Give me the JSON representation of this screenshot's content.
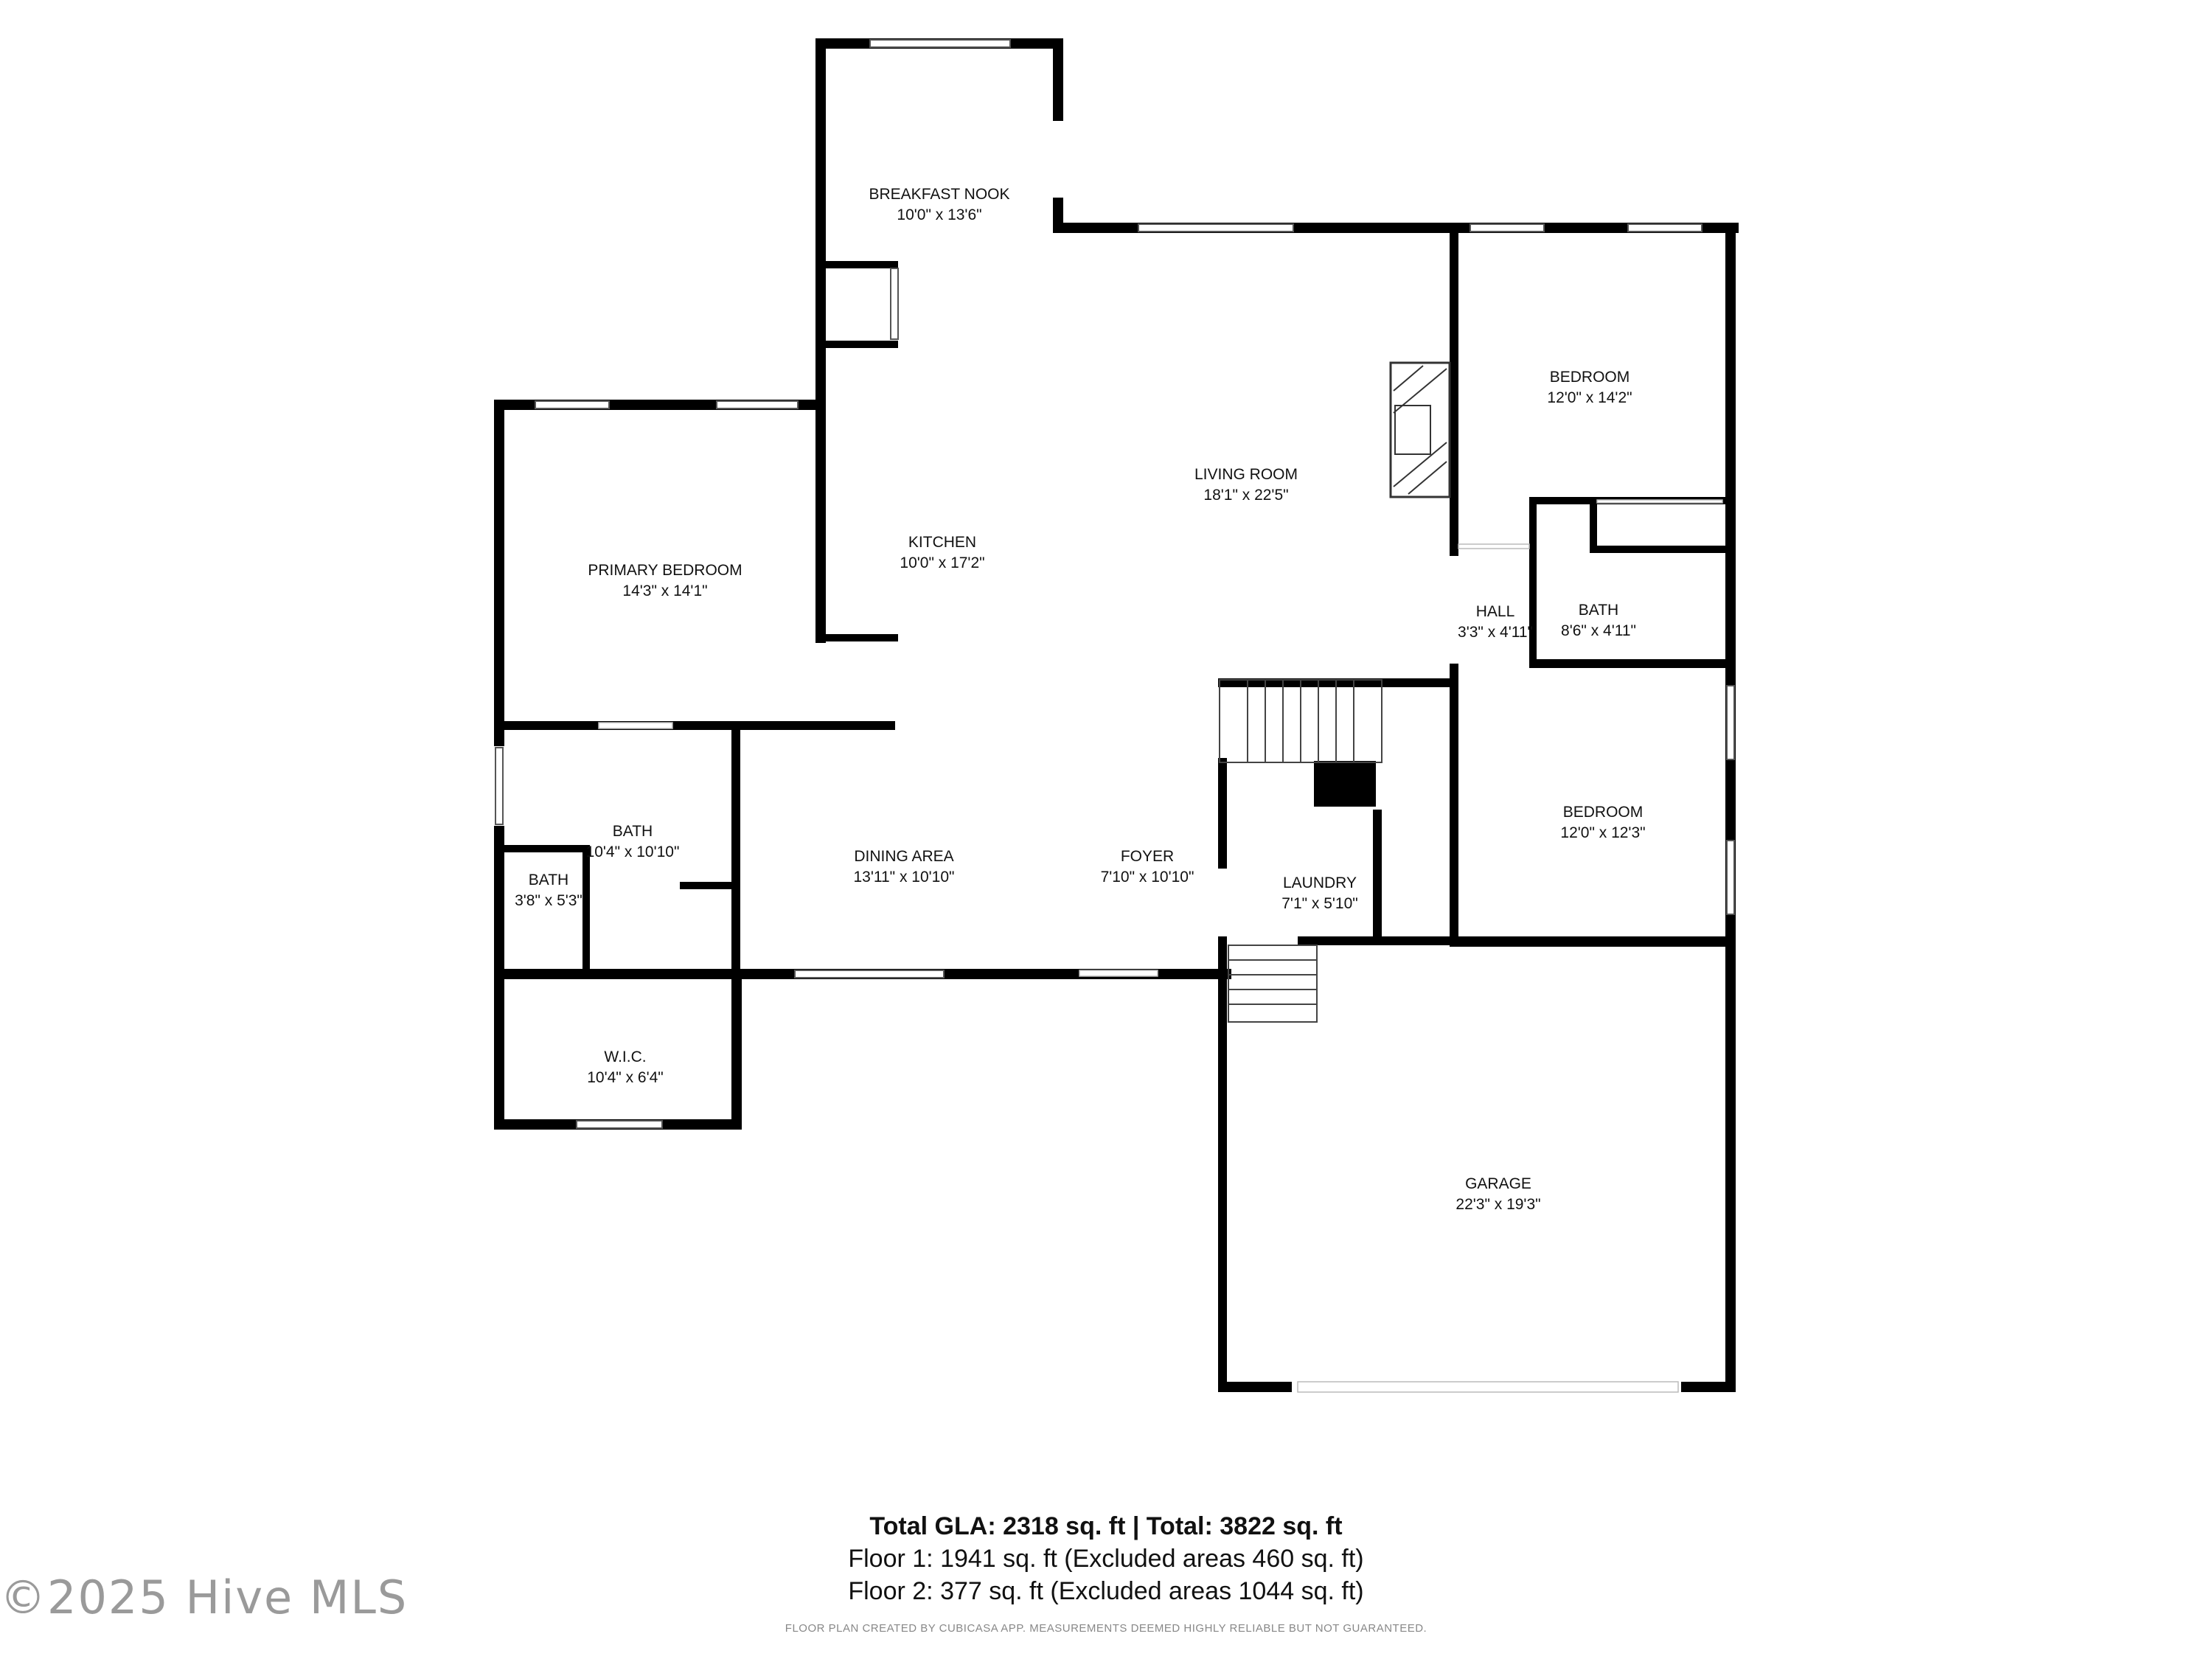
{
  "rooms": {
    "breakfast_nook": {
      "name": "BREAKFAST NOOK",
      "dims": "10'0\" x 13'6\""
    },
    "living_room": {
      "name": "LIVING ROOM",
      "dims": "18'1\" x 22'5\""
    },
    "bedroom_1": {
      "name": "BEDROOM",
      "dims": "12'0\" x 14'2\""
    },
    "kitchen": {
      "name": "KITCHEN",
      "dims": "10'0\" x 17'2\""
    },
    "primary_bedroom": {
      "name": "PRIMARY BEDROOM",
      "dims": "14'3\" x 14'1\""
    },
    "hall": {
      "name": "HALL",
      "dims": "3'3\" x 4'11\""
    },
    "bath_hall": {
      "name": "BATH",
      "dims": "8'6\" x 4'11\""
    },
    "bath_primary": {
      "name": "BATH",
      "dims": "10'4\" x 10'10\""
    },
    "bath_small": {
      "name": "BATH",
      "dims": "3'8\" x 5'3\""
    },
    "dining_area": {
      "name": "DINING AREA",
      "dims": "13'11\" x 10'10\""
    },
    "foyer": {
      "name": "FOYER",
      "dims": "7'10\" x 10'10\""
    },
    "laundry": {
      "name": "LAUNDRY",
      "dims": "7'1\" x 5'10\""
    },
    "bedroom_2": {
      "name": "BEDROOM",
      "dims": "12'0\" x 12'3\""
    },
    "wic": {
      "name": "W.I.C.",
      "dims": "10'4\" x 6'4\""
    },
    "garage": {
      "name": "GARAGE",
      "dims": "22'3\" x 19'3\""
    }
  },
  "totals": {
    "main": "Total GLA: 2318 sq. ft | Total: 3822 sq. ft",
    "floor1": "Floor 1: 1941 sq. ft (Excluded areas 460 sq. ft)",
    "floor2": "Floor 2: 377 sq. ft (Excluded areas 1044 sq. ft)"
  },
  "watermark": "©2025 Hive MLS",
  "footnote": "FLOOR PLAN CREATED BY CUBICASA APP. MEASUREMENTS DEEMED HIGHLY RELIABLE BUT NOT GUARANTEED."
}
